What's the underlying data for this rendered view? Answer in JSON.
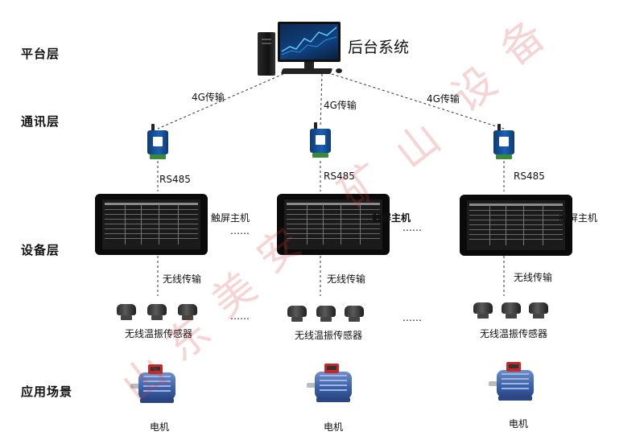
{
  "layers": [
    "平台层",
    "通讯层",
    "设备层",
    "应用场景"
  ],
  "backend_label": "后台系统",
  "link_4g": "4G传输",
  "link_rs485": "RS485",
  "host_label": "触屏主机",
  "wireless_label": "无线传输",
  "sensor_label": "无线温振传感器",
  "motor_label": "电机",
  "ellipsis": "……",
  "watermark": [
    "山",
    "东",
    "美",
    "安",
    "矿",
    "山",
    "设",
    "备"
  ]
}
